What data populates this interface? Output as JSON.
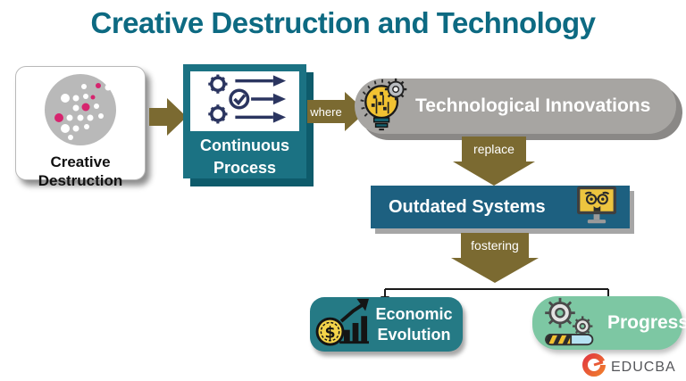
{
  "title": "Creative Destruction and Technology",
  "colors": {
    "title_text": "#0d6a82",
    "arrow_olive": "#7b6a31",
    "teal_box": "#1b7283",
    "teal_box_shadow": "#0e5b6b",
    "gray_pill": "#a7a5a2",
    "dark_teal_box": "#1d6080",
    "economic_teal": "#257a85",
    "progress_green": "#7dc7a3",
    "magenta_dot": "#d6246e",
    "icon_navy": "#2b3560",
    "coin_yellow": "#f4d44a",
    "screen_yellow": "#edc53f"
  },
  "nodes": {
    "creative_destruction": {
      "label": "Creative Destruction",
      "icon": "dissolving-dots-icon"
    },
    "continuous_process": {
      "label": "Continuous Process",
      "icon": "gears-workflow-icon"
    },
    "technological_innovations": {
      "label": "Technological Innovations",
      "icon": "lightbulb-gear-icon"
    },
    "outdated_systems": {
      "label": "Outdated Systems",
      "icon": "old-computer-icon"
    },
    "economic_evolution": {
      "label": "Economic Evolution",
      "icon": "coin-growth-chart-icon"
    },
    "progress": {
      "label": "Progress",
      "icon": "gears-progress-bar-icon"
    }
  },
  "connectors": {
    "where": "where",
    "replace": "replace",
    "fostering": "fostering"
  },
  "logo": {
    "text": "EDUCBA"
  }
}
